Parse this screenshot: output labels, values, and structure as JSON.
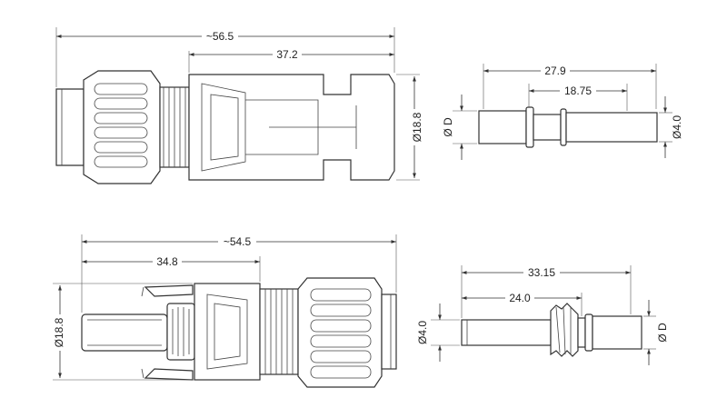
{
  "dimensions": {
    "male_overall_length": "~56.5",
    "male_body_length": "37.2",
    "male_diameter": "Ø18.8",
    "male_pin_length": "27.9",
    "male_pin_shaft_length": "18.75",
    "male_pin_diameter": "Ø4.0",
    "male_pin_wire_diameter": "Ø D",
    "female_overall_length": "~54.5",
    "female_body_length": "34.8",
    "female_diameter": "Ø18.8",
    "female_socket_length": "33.15",
    "female_socket_tube_length": "24.0",
    "female_socket_diameter": "Ø4.0",
    "female_socket_wire_diameter": "Ø D"
  }
}
